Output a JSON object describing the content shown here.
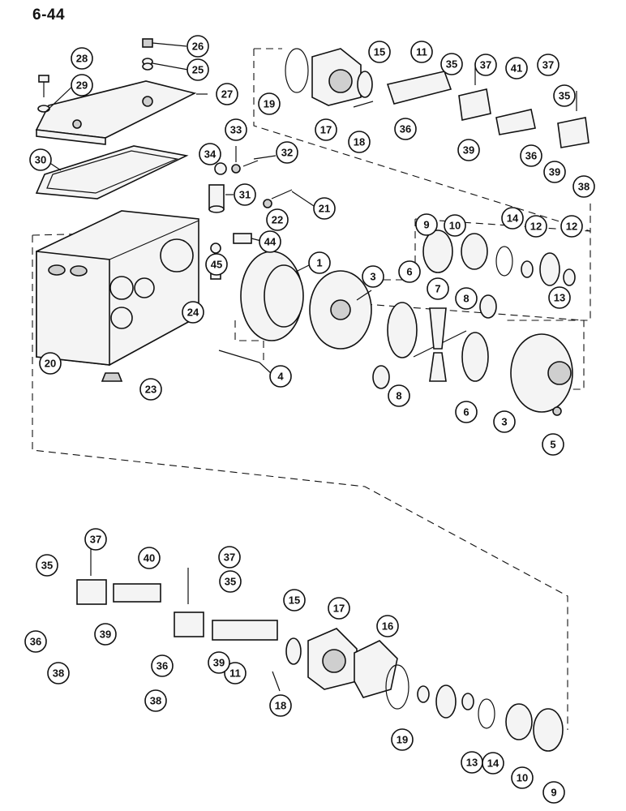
{
  "page_number": "6-44",
  "callouts": [
    "1",
    "3",
    "3",
    "4",
    "5",
    "6",
    "6",
    "7",
    "8",
    "8",
    "9",
    "9",
    "10",
    "10",
    "11",
    "11",
    "12",
    "12",
    "13",
    "13",
    "14",
    "14",
    "15",
    "15",
    "16",
    "17",
    "17",
    "18",
    "18",
    "19",
    "19",
    "20",
    "21",
    "22",
    "23",
    "24",
    "25",
    "26",
    "27",
    "28",
    "29",
    "30",
    "31",
    "32",
    "33",
    "34",
    "35",
    "35",
    "35",
    "35",
    "36",
    "36",
    "36",
    "36",
    "37",
    "37",
    "37",
    "37",
    "38",
    "38",
    "38",
    "39",
    "39",
    "39",
    "39",
    "40",
    "41",
    "44",
    "45"
  ]
}
